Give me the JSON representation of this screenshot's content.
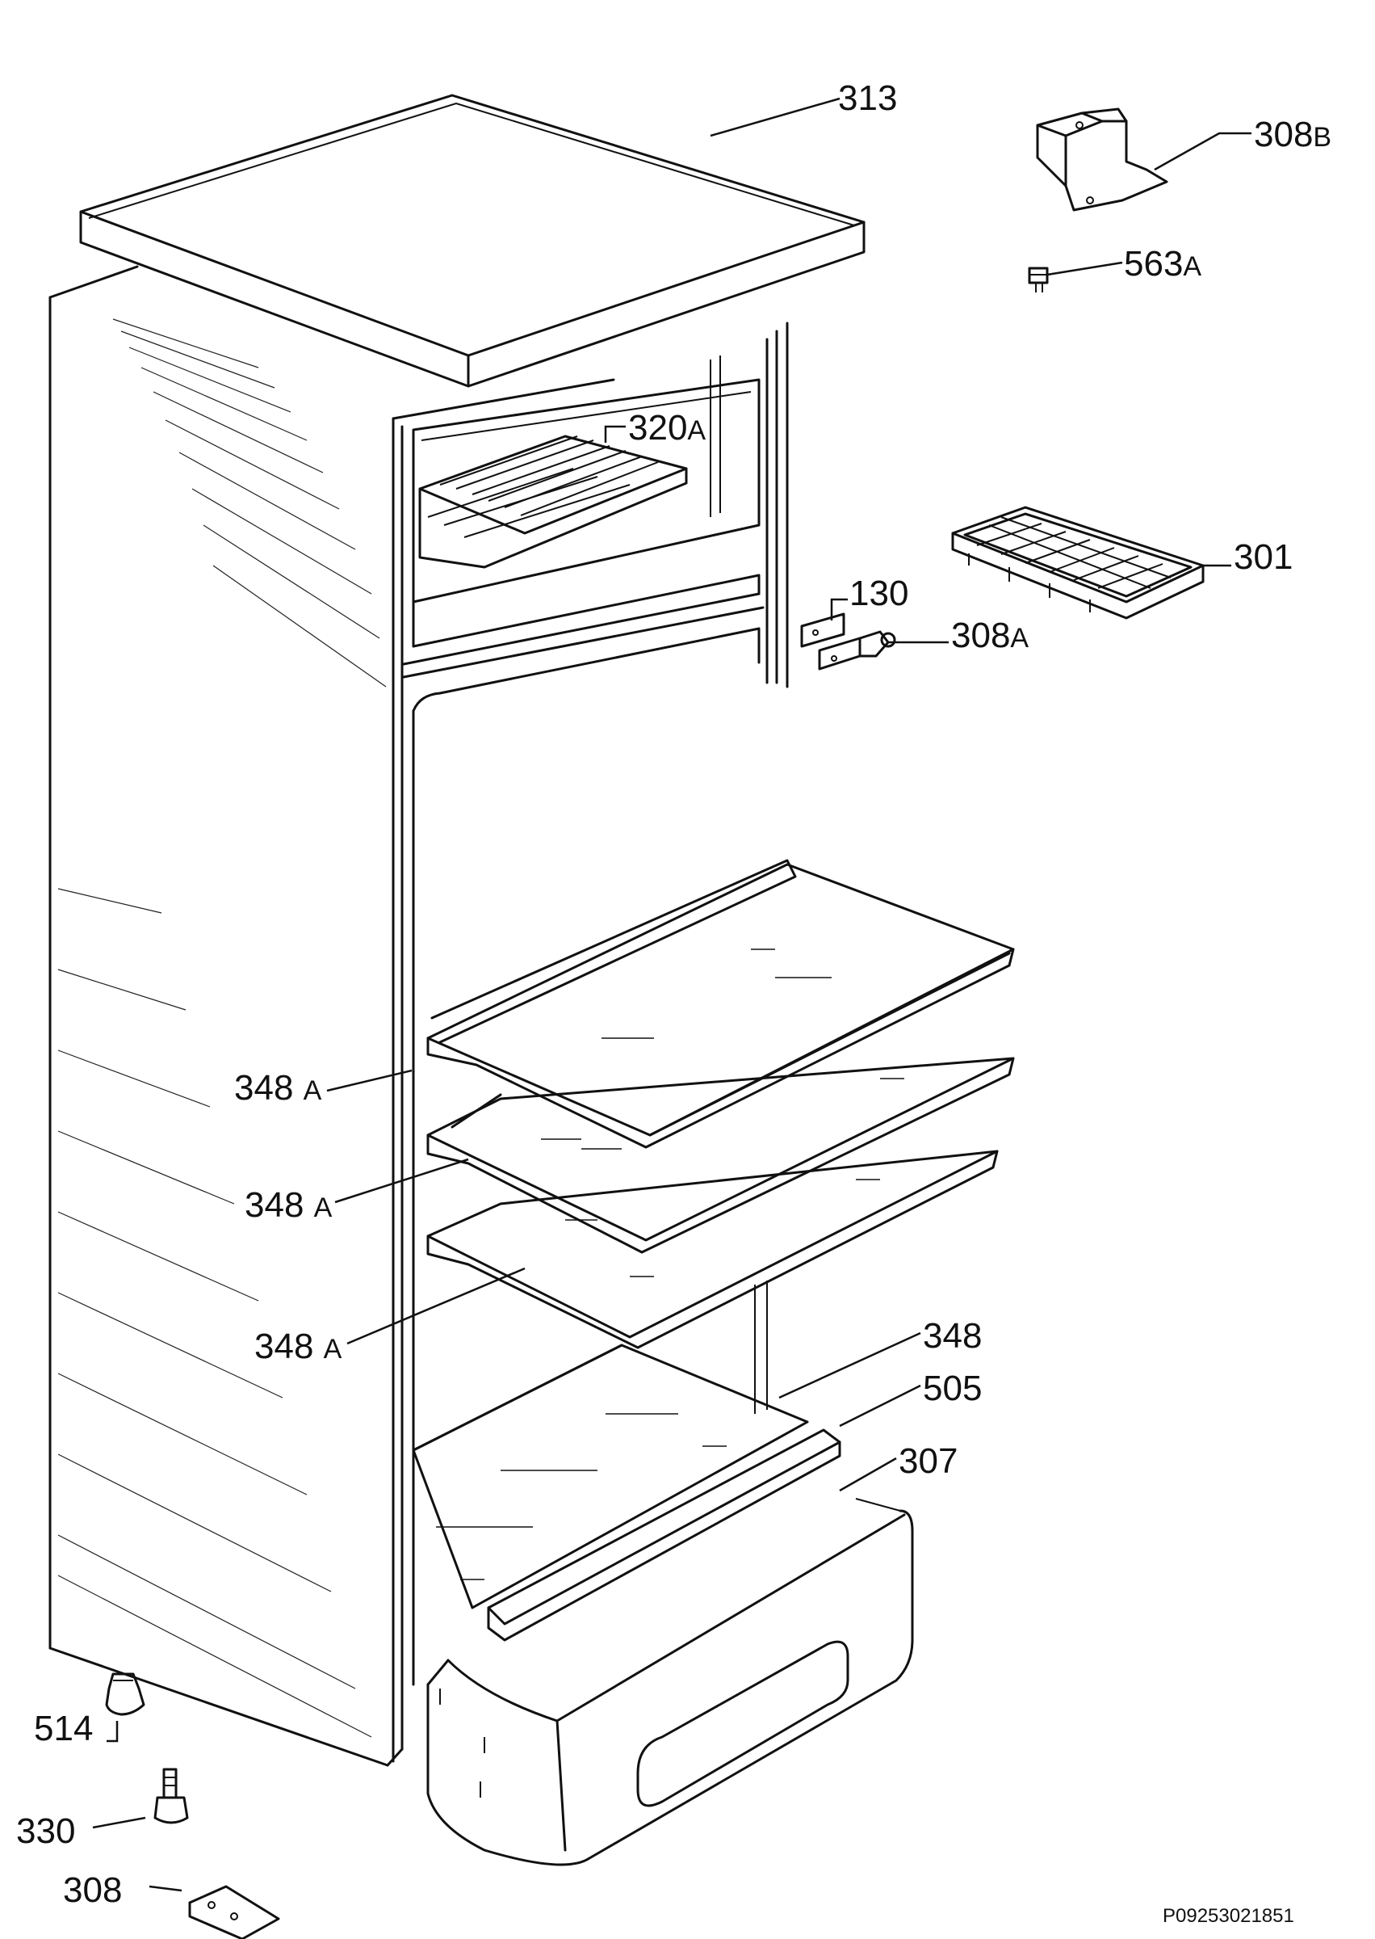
{
  "drawing_ref": "P09253021851",
  "labels": [
    {
      "id": "313",
      "num": "313",
      "suffix": ""
    },
    {
      "id": "308b",
      "num": "308",
      "suffix": "B"
    },
    {
      "id": "563a",
      "num": "563",
      "suffix": "A"
    },
    {
      "id": "320a",
      "num": "320",
      "suffix": "A"
    },
    {
      "id": "301",
      "num": "301",
      "suffix": ""
    },
    {
      "id": "130",
      "num": "130",
      "suffix": ""
    },
    {
      "id": "308a",
      "num": "308",
      "suffix": "A"
    },
    {
      "id": "348a-1",
      "num": "348",
      "suffix": "A"
    },
    {
      "id": "348a-2",
      "num": "348",
      "suffix": "A"
    },
    {
      "id": "348a-3",
      "num": "348",
      "suffix": "A"
    },
    {
      "id": "348",
      "num": "348",
      "suffix": ""
    },
    {
      "id": "505",
      "num": "505",
      "suffix": ""
    },
    {
      "id": "307",
      "num": "307",
      "suffix": ""
    },
    {
      "id": "514",
      "num": "514",
      "suffix": ""
    },
    {
      "id": "330",
      "num": "330",
      "suffix": ""
    },
    {
      "id": "308",
      "num": "308",
      "suffix": ""
    }
  ]
}
